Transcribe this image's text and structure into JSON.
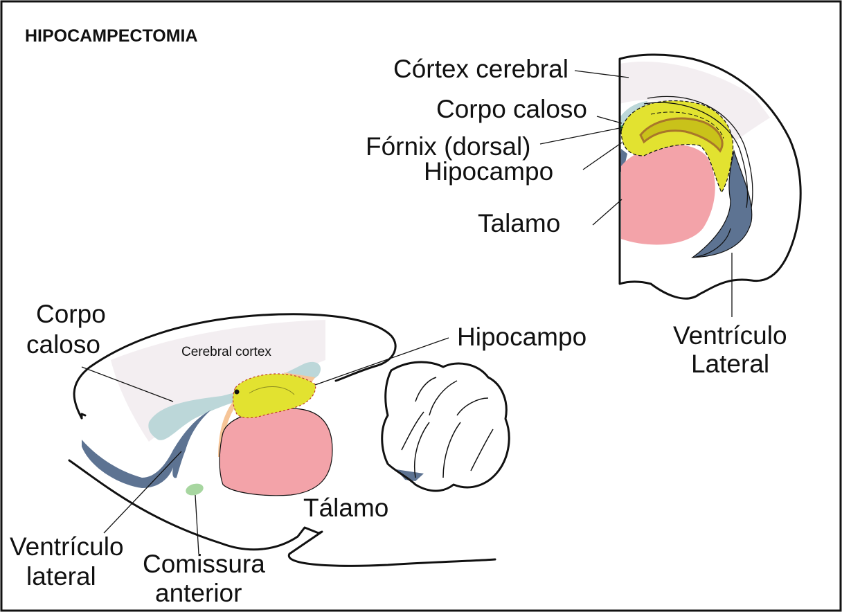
{
  "title": "HIPOCAMPECTOMIA",
  "coronal": {
    "labels": {
      "cortex": "Córtex cerebral",
      "corpo_caloso": "Corpo caloso",
      "fornix": "Fórnix (dorsal)",
      "hipocampo": "Hipocampo",
      "talamo": "Talamo",
      "ventriculo_line1": "Ventrículo",
      "ventriculo_line2": "Lateral"
    }
  },
  "sagittal": {
    "labels": {
      "corpo_caloso_line1": "Corpo",
      "corpo_caloso_line2": "caloso",
      "cerebral_cortex": "Cerebral cortex",
      "hipocampo": "Hipocampo",
      "talamo": "Tálamo",
      "ventriculo_line1": "Ventrículo",
      "ventriculo_line2": "lateral",
      "comissura_line1": "Comissura",
      "comissura_line2": "anterior"
    }
  },
  "colors": {
    "cortex": "#f3eef1",
    "corpo_caloso": "#bcd7d9",
    "hipocampo": "#e2e230",
    "hipocampo_dark": "#c9c21a",
    "hipocampo_layer": "#a8762a",
    "talamo": "#f3a3a9",
    "ventriculo": "#5d7392",
    "fornix": "#2e9a5a",
    "comissura": "#a7d6a0",
    "fimbria": "#f6c598"
  }
}
